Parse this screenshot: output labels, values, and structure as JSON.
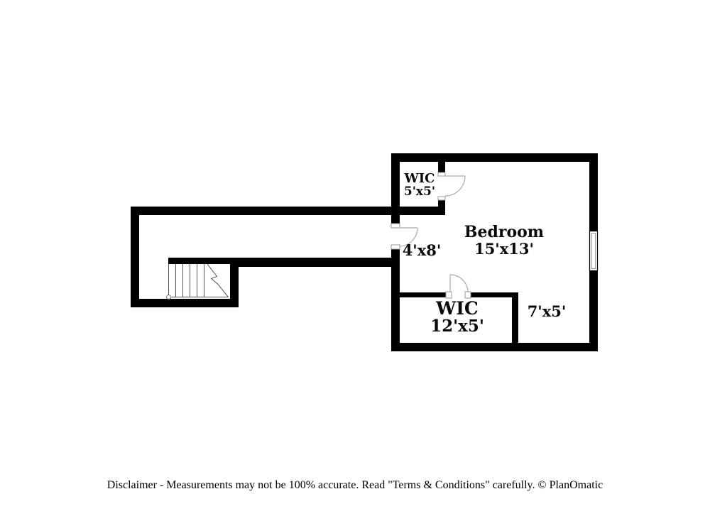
{
  "colors": {
    "wall": "#000000",
    "door_swing": "#aaaaaa",
    "stairs": "#555555",
    "window_frame": "#000000",
    "window_inner": "#999999"
  },
  "rooms": {
    "wic5": {
      "name": "WIC",
      "dims": "5'x5'"
    },
    "bedroom": {
      "name": "Bedroom",
      "dims": "15'x13'"
    },
    "wic12": {
      "name": "WIC",
      "dims": "12'x5'"
    },
    "hall": {
      "dims": "4'x8'"
    },
    "side_area": {
      "dims": "7'x5'"
    }
  },
  "footer": {
    "disclaimer": "Disclaimer - Measurements may not be 100% accurate. Read \"Terms & Conditions\" carefully. © PlanOmatic"
  }
}
